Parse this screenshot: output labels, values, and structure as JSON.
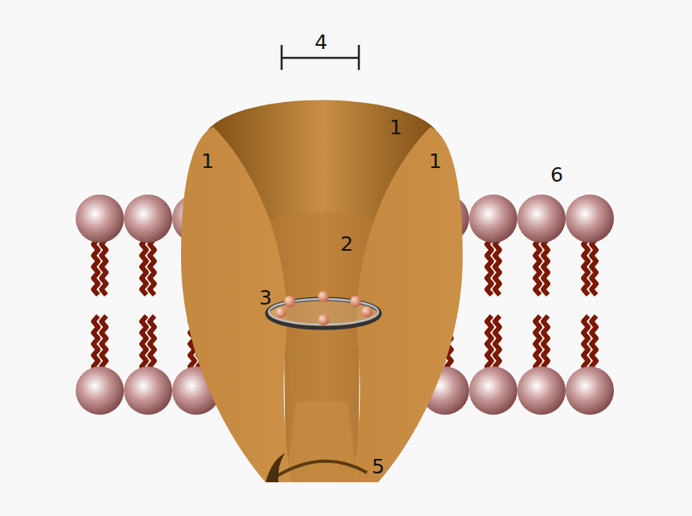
{
  "diagram": {
    "labels": [
      "4",
      "1",
      "1",
      "1",
      "6",
      "2",
      "3",
      "5"
    ]
  }
}
